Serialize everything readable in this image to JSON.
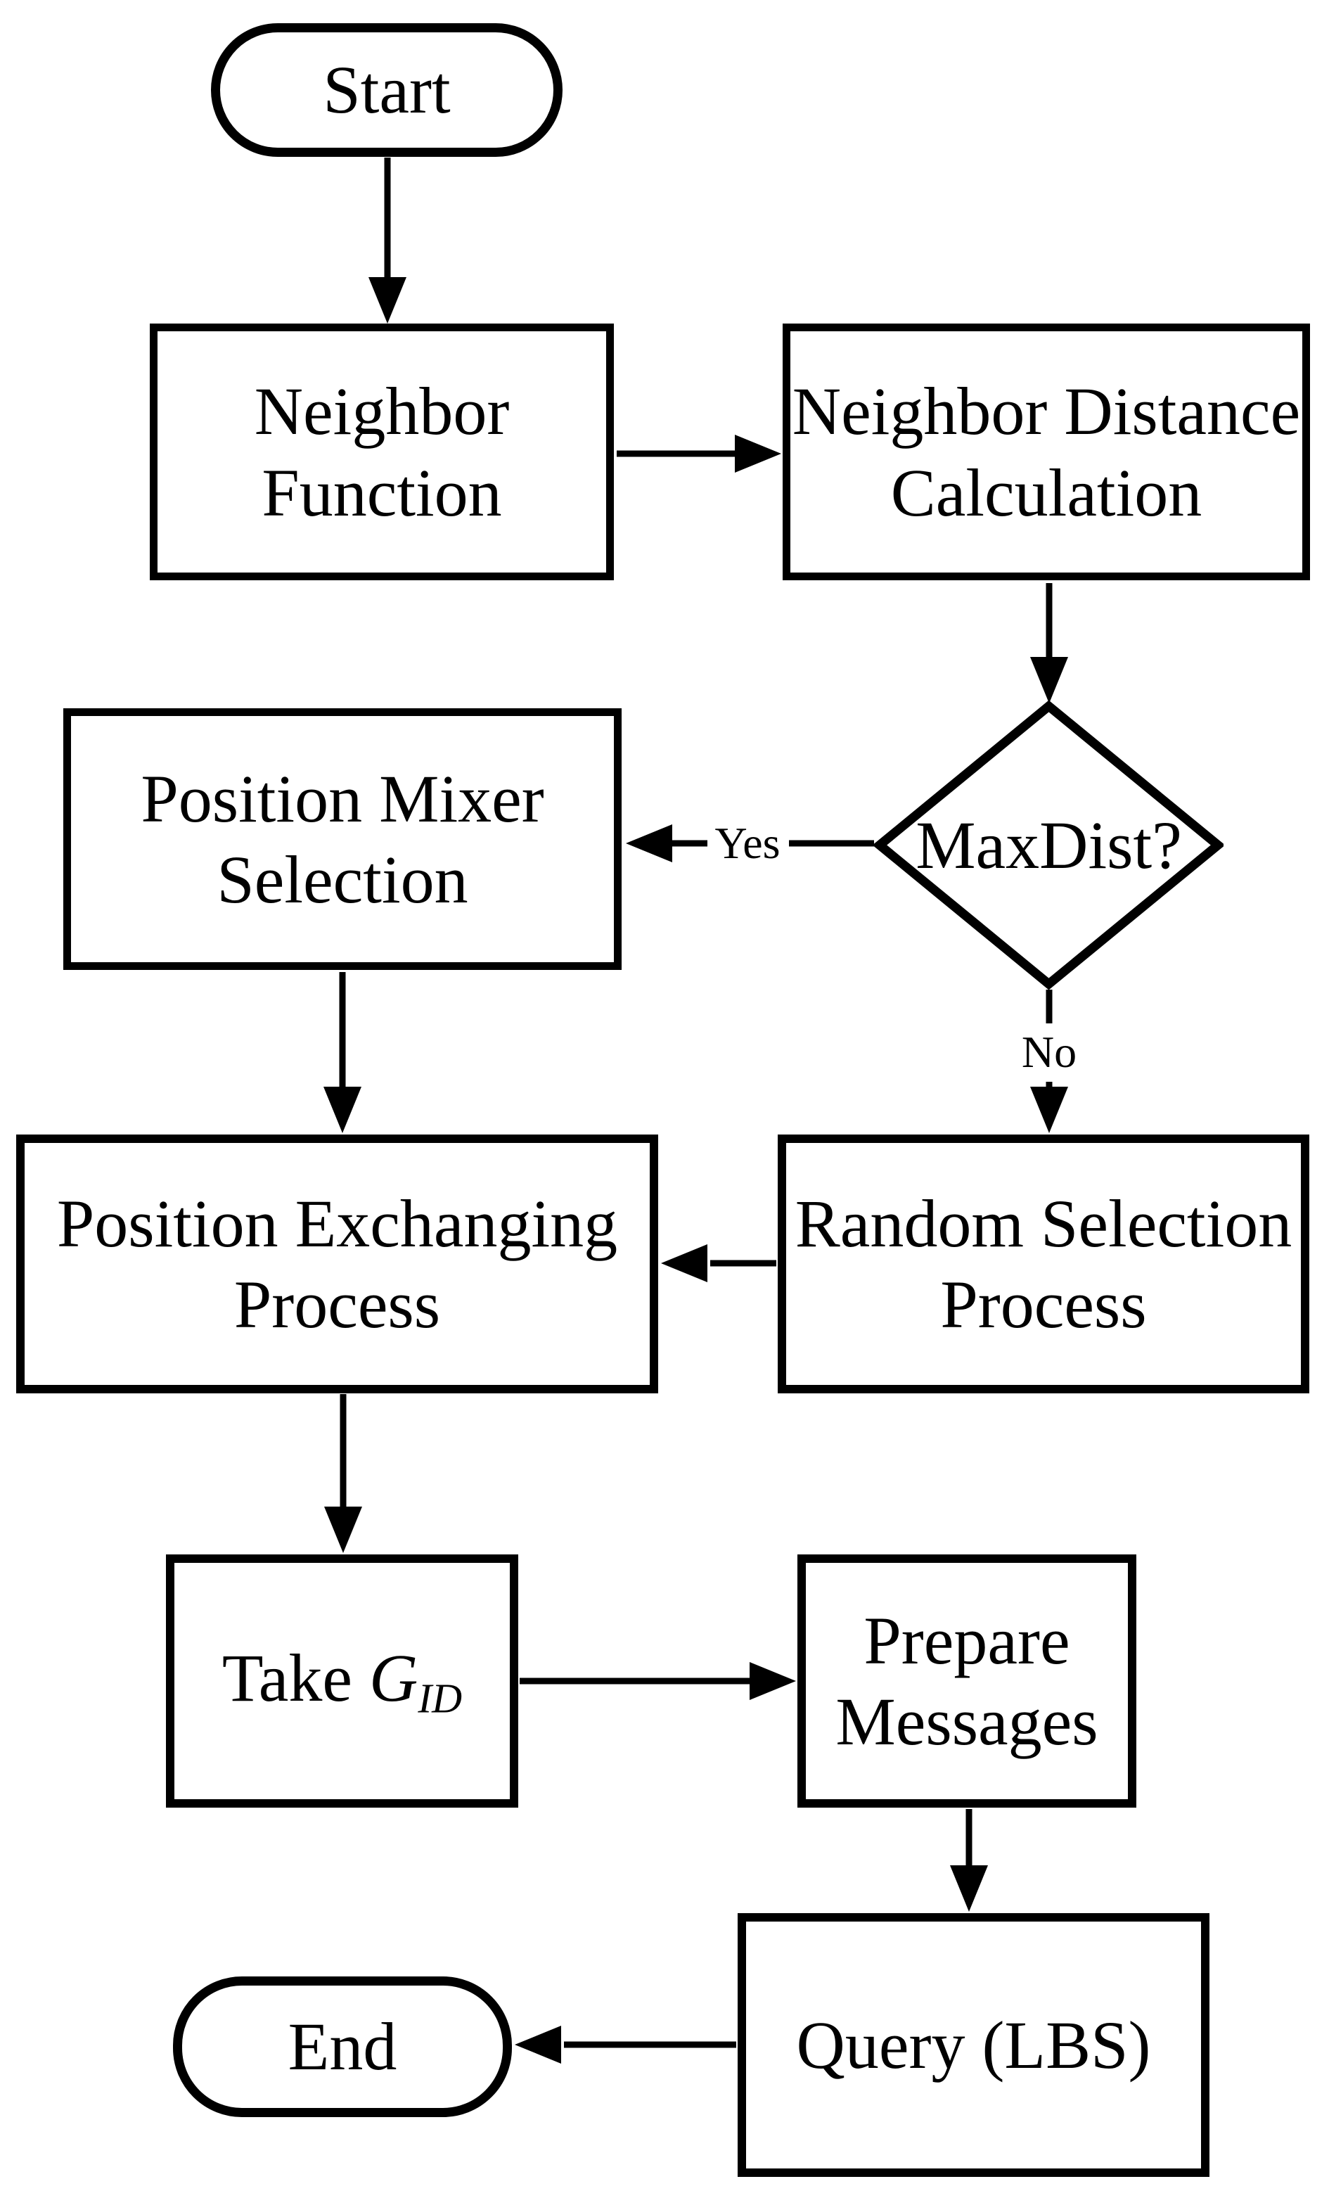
{
  "colors": {
    "ink": "#000000",
    "background": "#ffffff"
  },
  "flowchart": {
    "nodes": {
      "start": {
        "label": "Start"
      },
      "neighbor_function": {
        "label": "Neighbor\nFunction"
      },
      "neighbor_distance_calculation": {
        "label": "Neighbor Distance\nCalculation"
      },
      "maxdist_decision": {
        "label": "MaxDist?"
      },
      "position_mixer_selection": {
        "label": "Position Mixer\nSelection"
      },
      "random_selection_process": {
        "label": "Random Selection\nProcess"
      },
      "position_exchanging_process": {
        "label": "Position Exchanging\nProcess"
      },
      "take_gid": {
        "label_prefix": "Take ",
        "label_symbol": "G",
        "label_subscript": "ID"
      },
      "prepare_messages": {
        "label": "Prepare\nMessages"
      },
      "query_lbs": {
        "label": "Query (LBS)"
      },
      "end": {
        "label": "End"
      }
    },
    "edge_labels": {
      "yes": "Yes",
      "no": "No"
    }
  }
}
